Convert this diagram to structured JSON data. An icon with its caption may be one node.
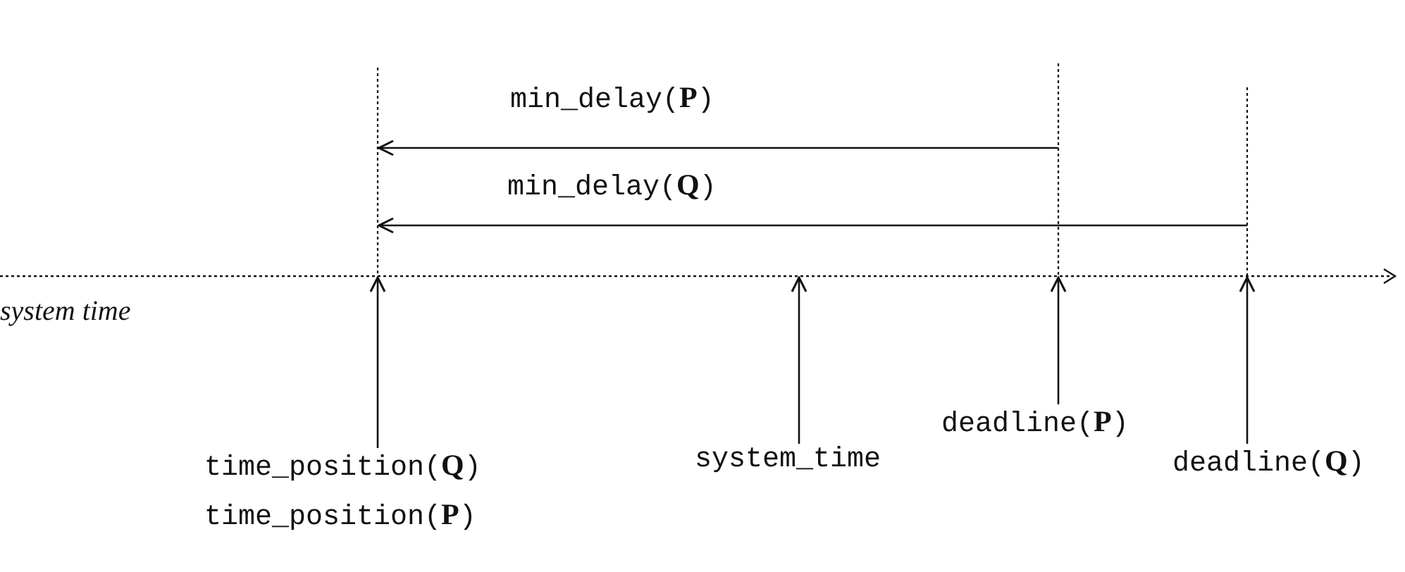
{
  "diagram": {
    "nodes": [
      {
        "text": [
          "time_position(**Q**)",
          "time_position(**P**)"
        ]
      },
      {
        "text": [
          "system_time"
        ]
      },
      {
        "text": [
          "deadline(**P**)"
        ]
      },
      {
        "text": [
          "deadline(**Q**)"
        ]
      }
    ],
    "edges": [
      {
        "from": 0,
        "to": null,
        "arrow": "to"
      },
      {
        "from": 1,
        "to": null,
        "arrow": "to"
      },
      {
        "from": 2,
        "to": null,
        "arrow": "to"
      },
      {
        "from": 3,
        "to": null,
        "arrow": "to"
      }
    ],
    "labels": [
      "min_delay(**P**)",
      "min_delay(**Q**)",
      "system time"
    ]
  }
}
